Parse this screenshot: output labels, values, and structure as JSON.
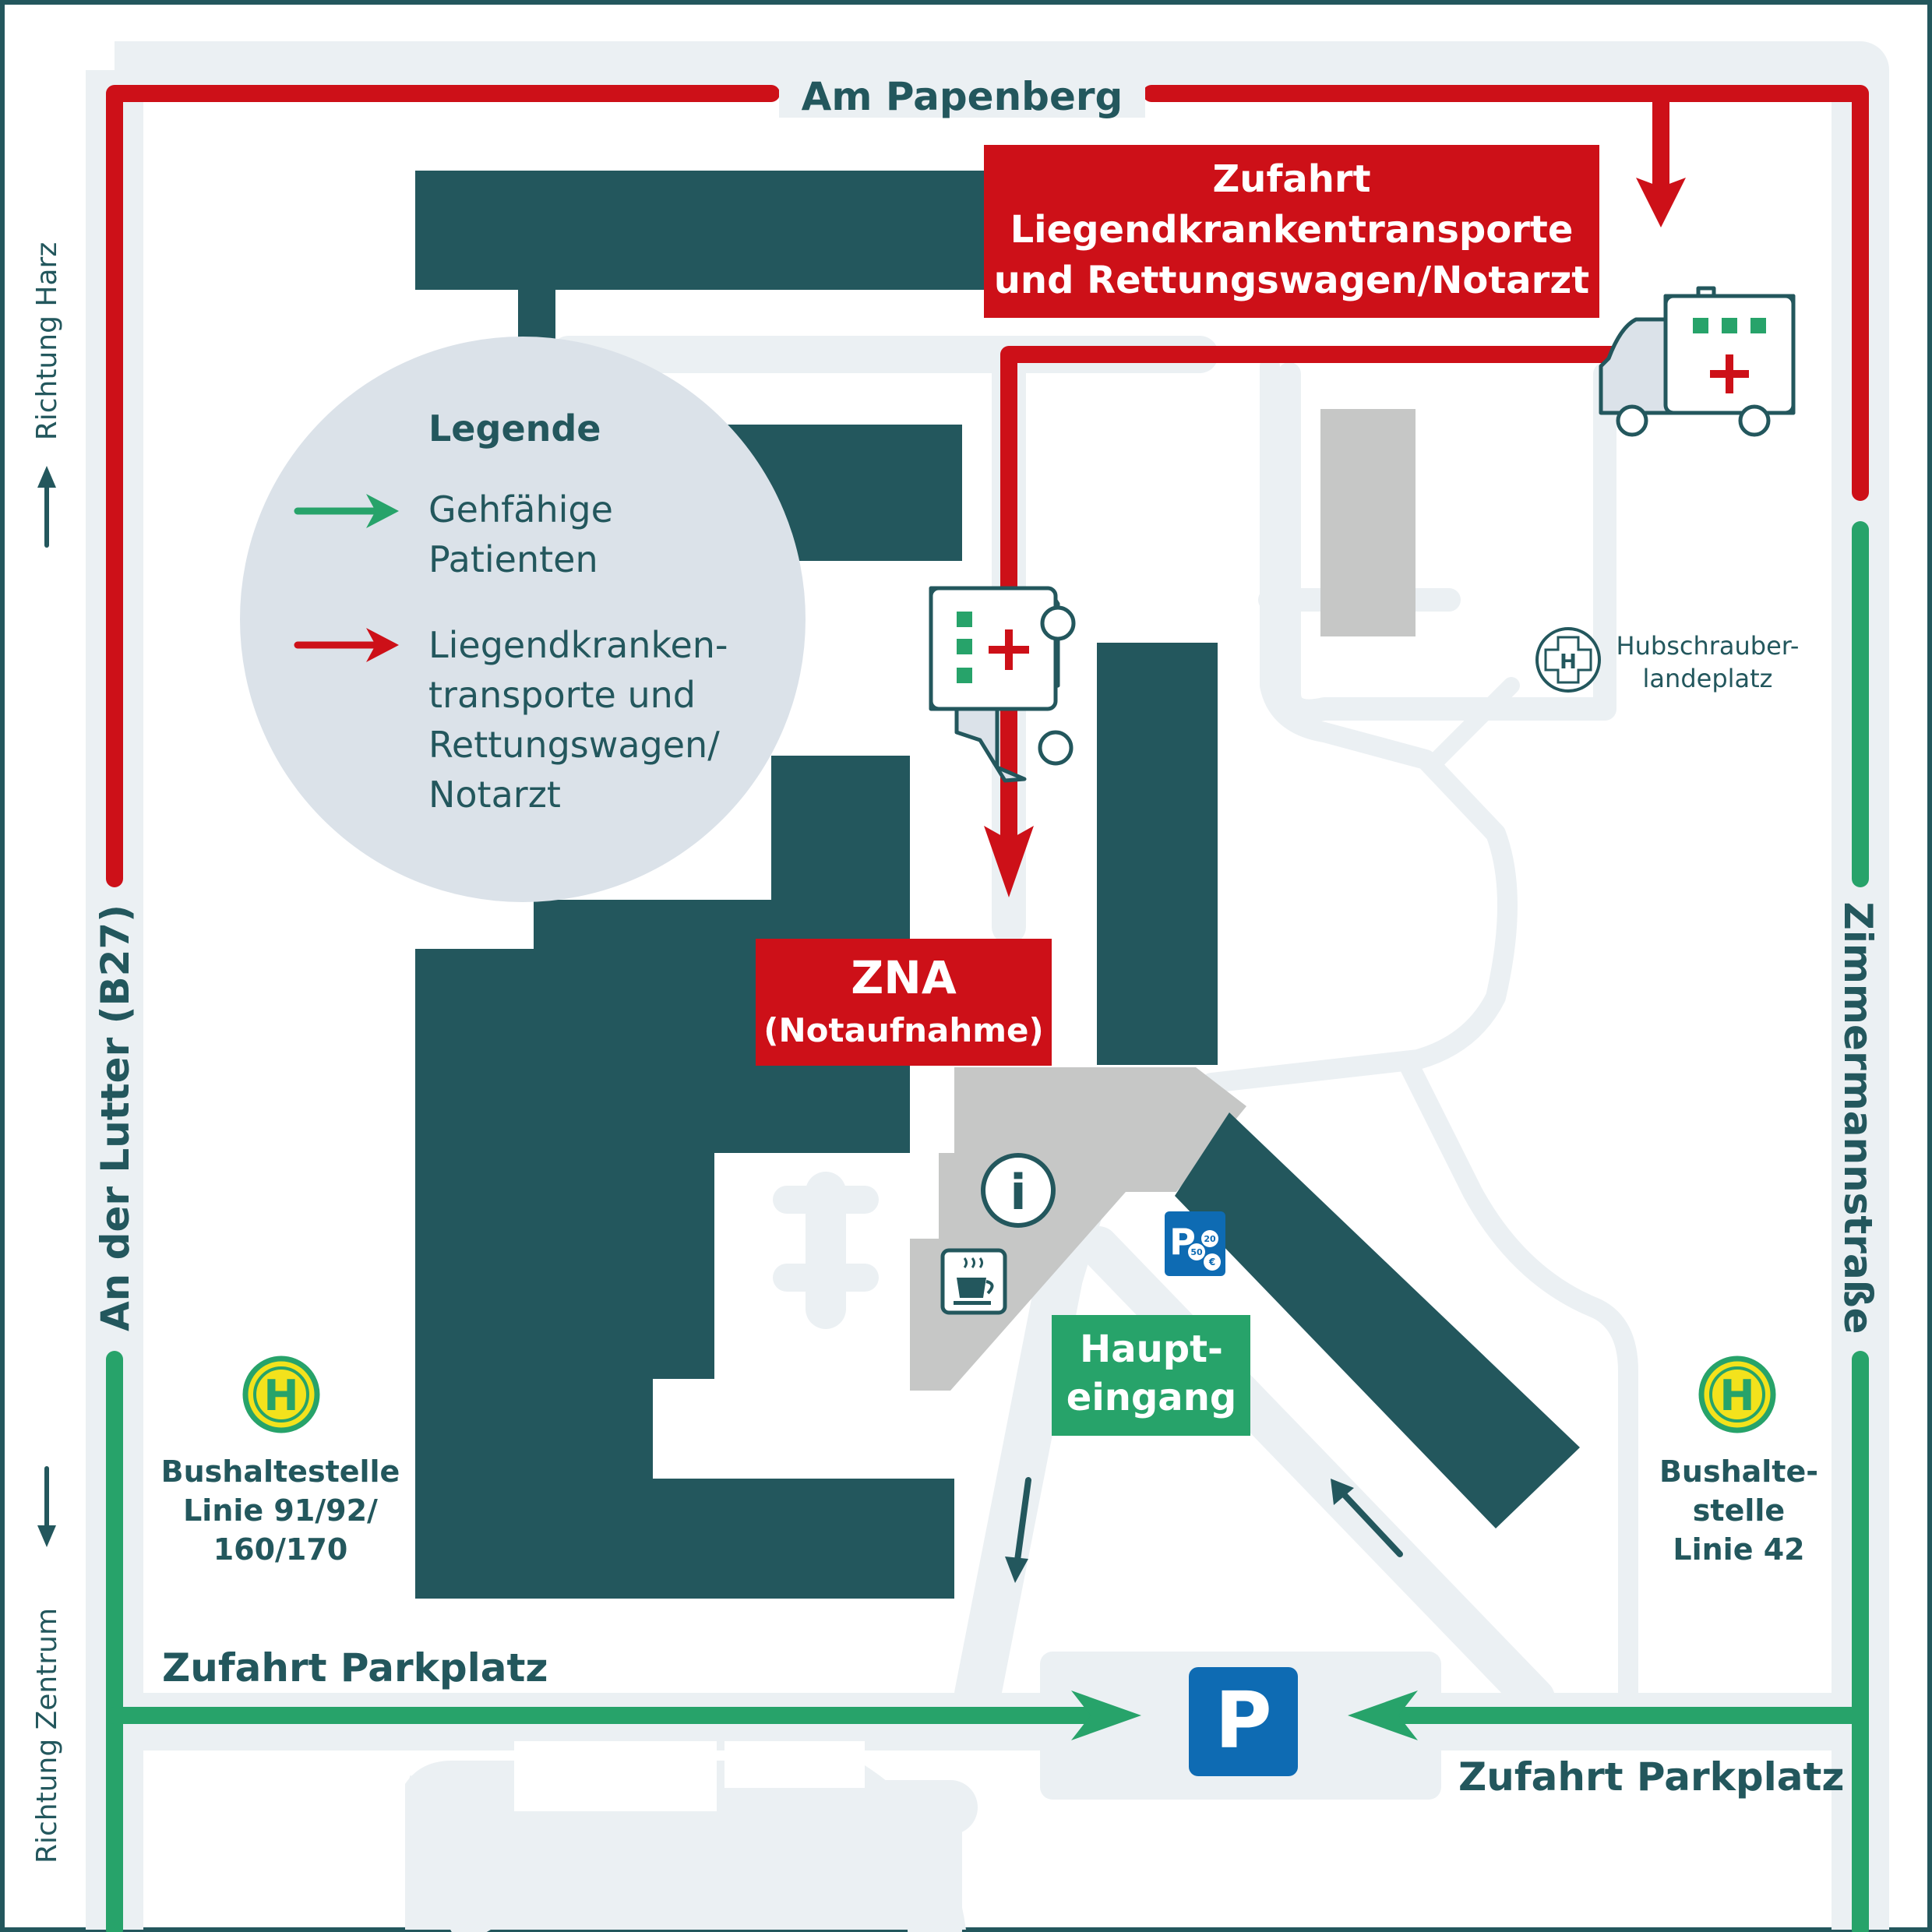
{
  "colors": {
    "building": "#23575d",
    "road_red": "#cd1018",
    "road_green": "#27a36a",
    "text_dark": "#23575d",
    "paths": "#ebf0f3",
    "legend_bg": "#dbe2e9",
    "hall": "#c6c7c6",
    "parking_blue": "#0e6bb3",
    "bus_yellow": "#f3e21c"
  },
  "streets": {
    "north": "Am Papenberg",
    "west": "An der Lutter (B27)",
    "east": "Zimmermannstraße"
  },
  "directions": {
    "north_west": "Richtung Harz",
    "south_west": "Richtung Zentrum"
  },
  "ambulance_access": {
    "line1": "Zufahrt",
    "line2": "Liegendkrankentransporte",
    "line3": "und Rettungswagen/Notarzt"
  },
  "legend": {
    "title": "Legende",
    "walking_line1": "Gehfähige",
    "walking_line2": "Patienten",
    "ambulance_line1": "Liegendkranken-",
    "ambulance_line2": "transporte und",
    "ambulance_line3": "Rettungswagen/",
    "ambulance_line4": "Notarzt"
  },
  "emergency": {
    "title": "ZNA",
    "subtitle": "(Notaufnahme)"
  },
  "main_entrance": {
    "line1": "Haupt-",
    "line2": "eingang"
  },
  "helipad": {
    "symbol": "H",
    "line1": "Hubschrauber-",
    "line2": "landeplatz"
  },
  "bus_stop_west": {
    "symbol": "H",
    "line1": "Bushaltestelle",
    "line2": "Linie 91/92/",
    "line3": "160/170"
  },
  "bus_stop_east": {
    "symbol": "H",
    "line1": "Bushalte-",
    "line2": "stelle",
    "line3": "Linie 42"
  },
  "parking": {
    "symbol": "P",
    "access_west": "Zufahrt Parkplatz",
    "access_east": "Zufahrt Parkplatz",
    "pay_machine_symbol": "P",
    "coin_values": [
      "20",
      "50",
      "€"
    ]
  },
  "info": {
    "symbol": "i"
  },
  "icons": [
    "ambulance-icon",
    "info-icon",
    "cafe-icon",
    "pay-parking-icon",
    "parking-icon",
    "bus-stop-icon",
    "helipad-icon"
  ]
}
